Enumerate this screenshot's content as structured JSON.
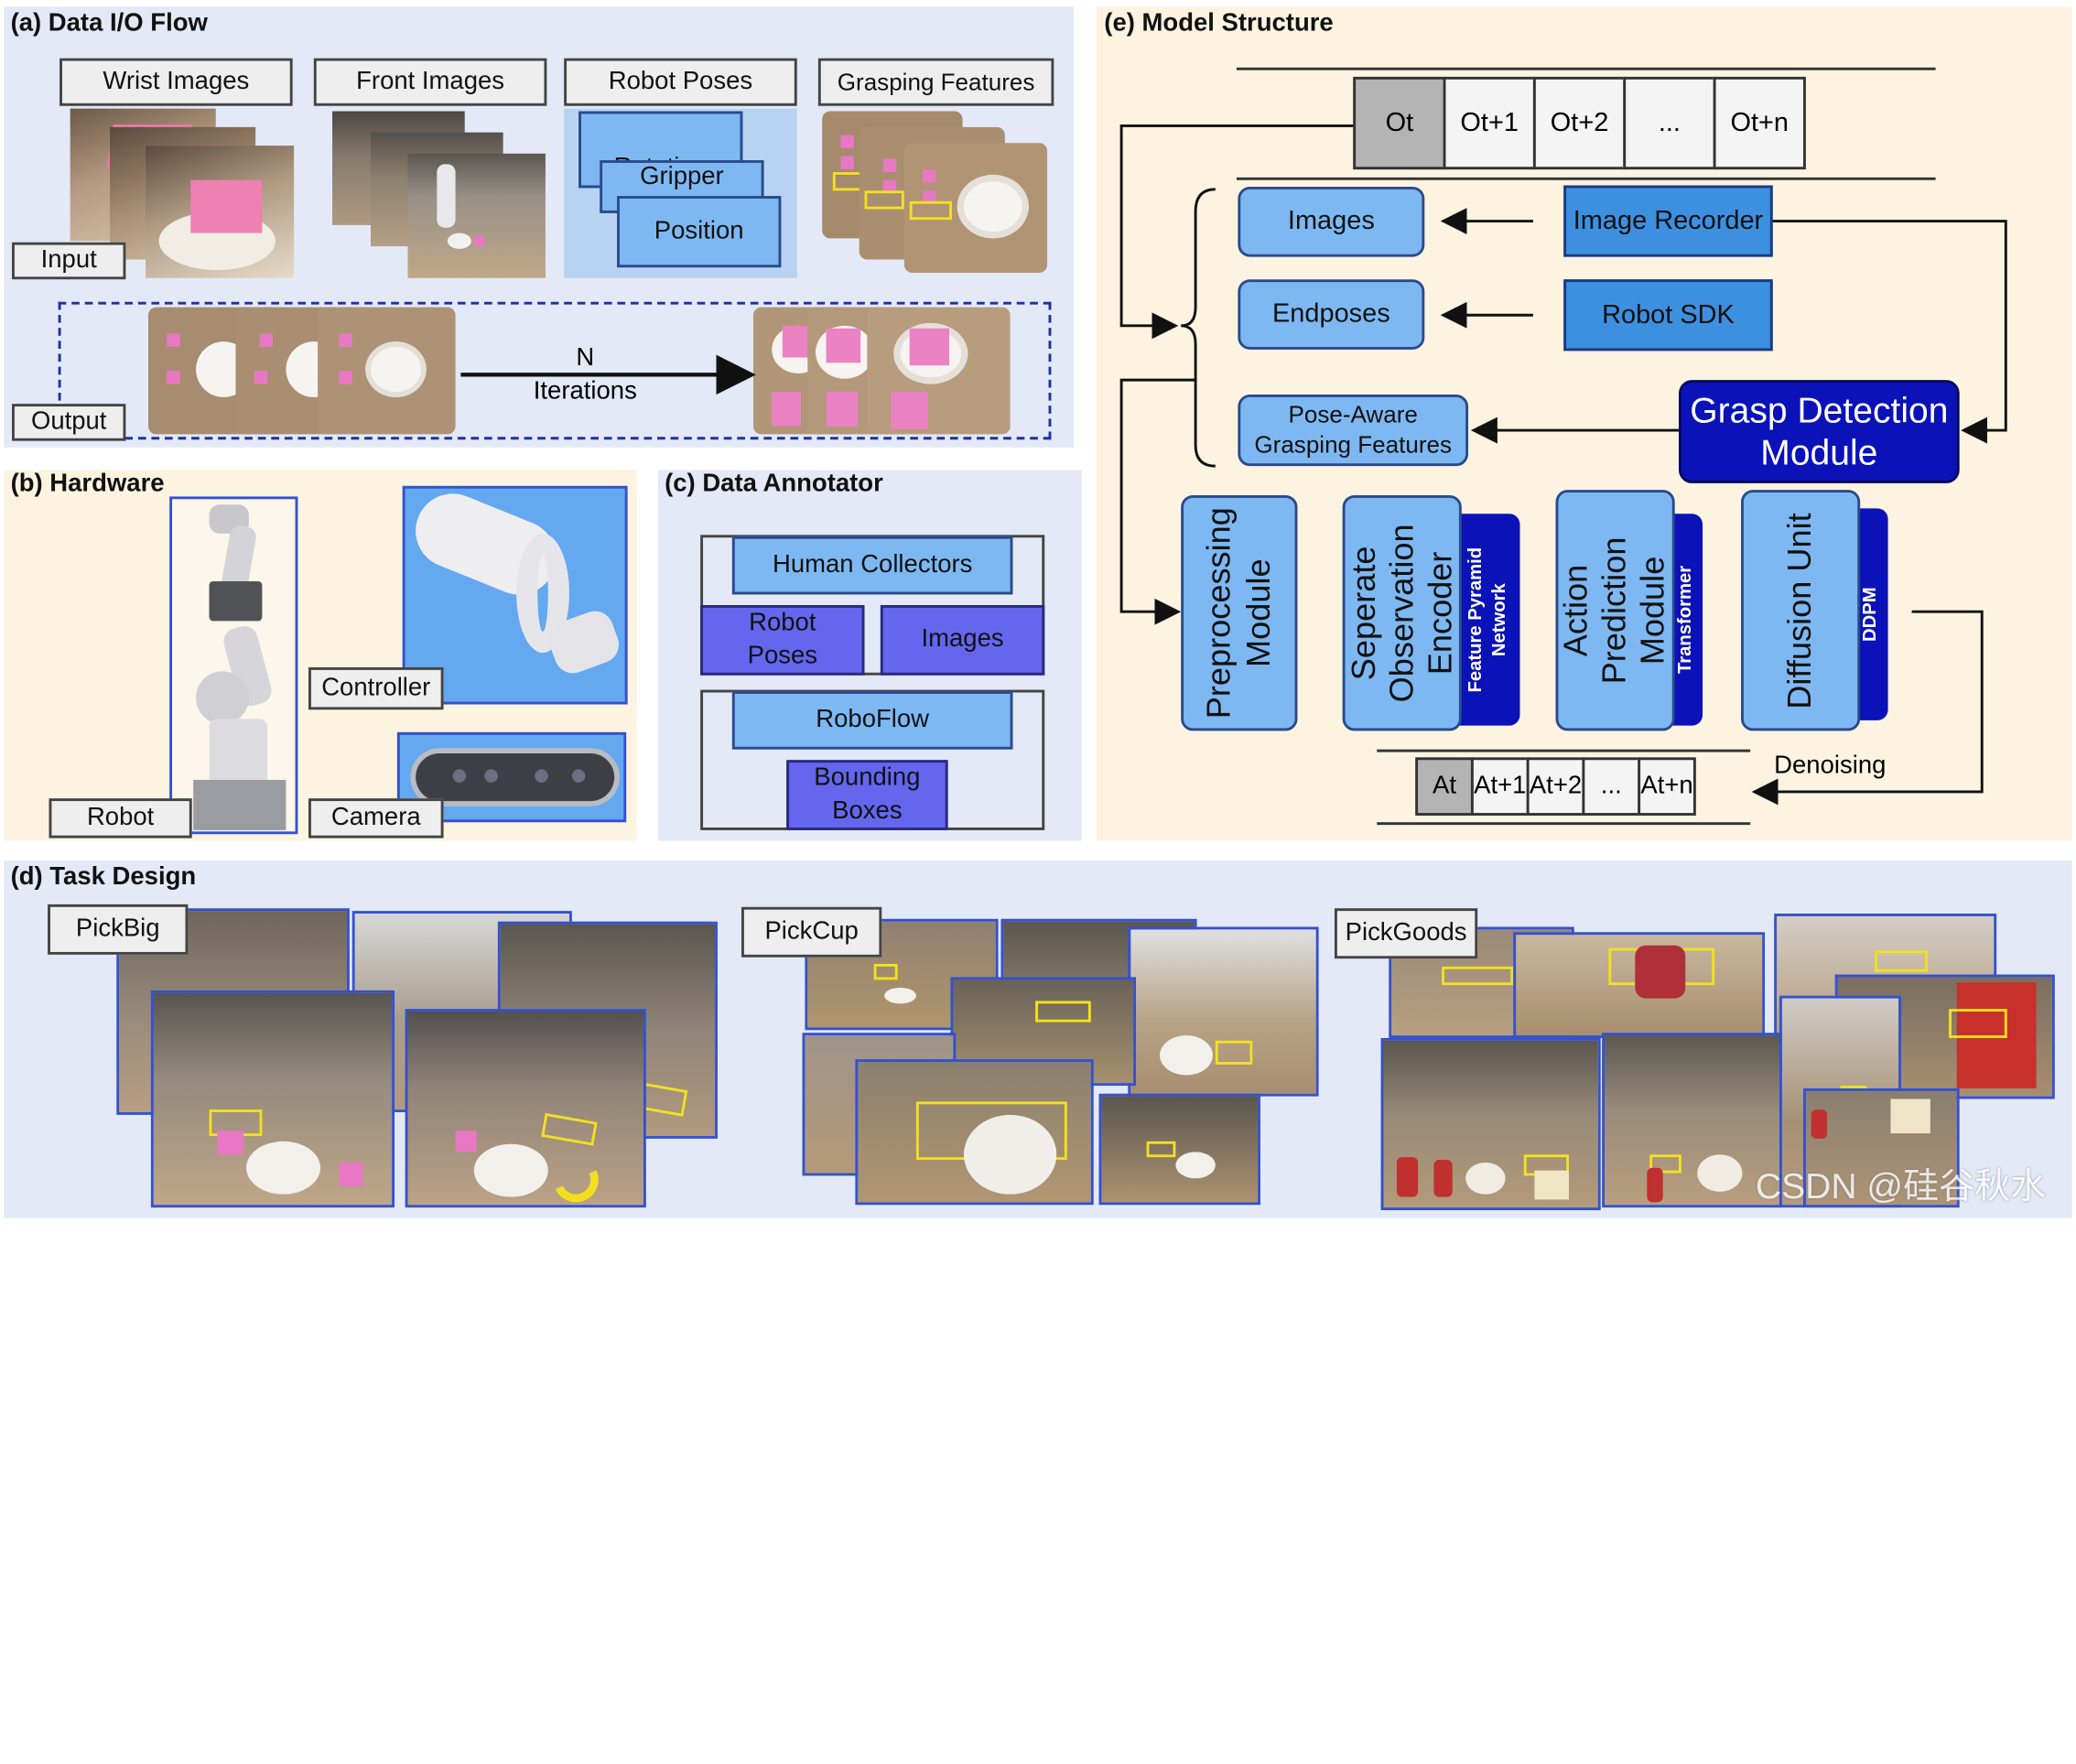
{
  "panel_a": {
    "title": "(a) Data I/O Flow",
    "headers": [
      "Wrist Images",
      "Front Images",
      "Robot Poses",
      "Grasping Features"
    ],
    "pose_layers": [
      "Rotation",
      "Gripper",
      "Position"
    ],
    "input_label": "Input",
    "output_label": "Output",
    "arrow_top": "N",
    "arrow_bottom": "Iterations"
  },
  "panel_b": {
    "title": "(b) Hardware",
    "labels": [
      "Controller",
      "Robot",
      "Camera"
    ]
  },
  "panel_c": {
    "title": "(c) Data Annotator",
    "human_collectors": "Human Collectors",
    "robot_poses": "Robot\nPoses",
    "images": "Images",
    "roboflow": "RoboFlow",
    "bounding_boxes": "Bounding\nBoxes"
  },
  "panel_d": {
    "title": "(d) Task Design",
    "tasks": [
      "PickBig",
      "PickCup",
      "PickGoods"
    ]
  },
  "panel_e": {
    "title": "(e) Model Structure",
    "obs_cells": [
      "Ot",
      "Ot+1",
      "Ot+2",
      "...",
      "Ot+n"
    ],
    "images": "Images",
    "image_recorder": "Image Recorder",
    "endposes": "Endposes",
    "robot_sdk": "Robot SDK",
    "pose_features": "Pose-Aware\nGrasping Features",
    "grasp_module": "Grasp Detection\nModule",
    "preprocessing": "Preprocessing\nModule",
    "encoder": "Seperate\nObservation\nEncoder",
    "encoder_tag": "Feature Pyramid\nNetwork",
    "action": "Action\nPrediction\nModule",
    "action_tag": "Transformer",
    "diffusion": "Diffusion Unit",
    "diffusion_tag": "DDPM",
    "act_cells": [
      "At",
      "At+1",
      "At+2",
      "...",
      "At+n"
    ],
    "denoising": "Denoising"
  },
  "watermark": "CSDN @硅谷秋水",
  "colors": {
    "panel_blue": "#e3e9f7",
    "panel_cream": "#fdf3e1",
    "light_box": "#7db8f2",
    "mid_box": "#3d8fe0",
    "dark_box": "#0a12b8",
    "purple_box": "#6466ee",
    "photo_border": "#3452cc",
    "highlight": "#f2e020",
    "pink": "#e877c8"
  }
}
